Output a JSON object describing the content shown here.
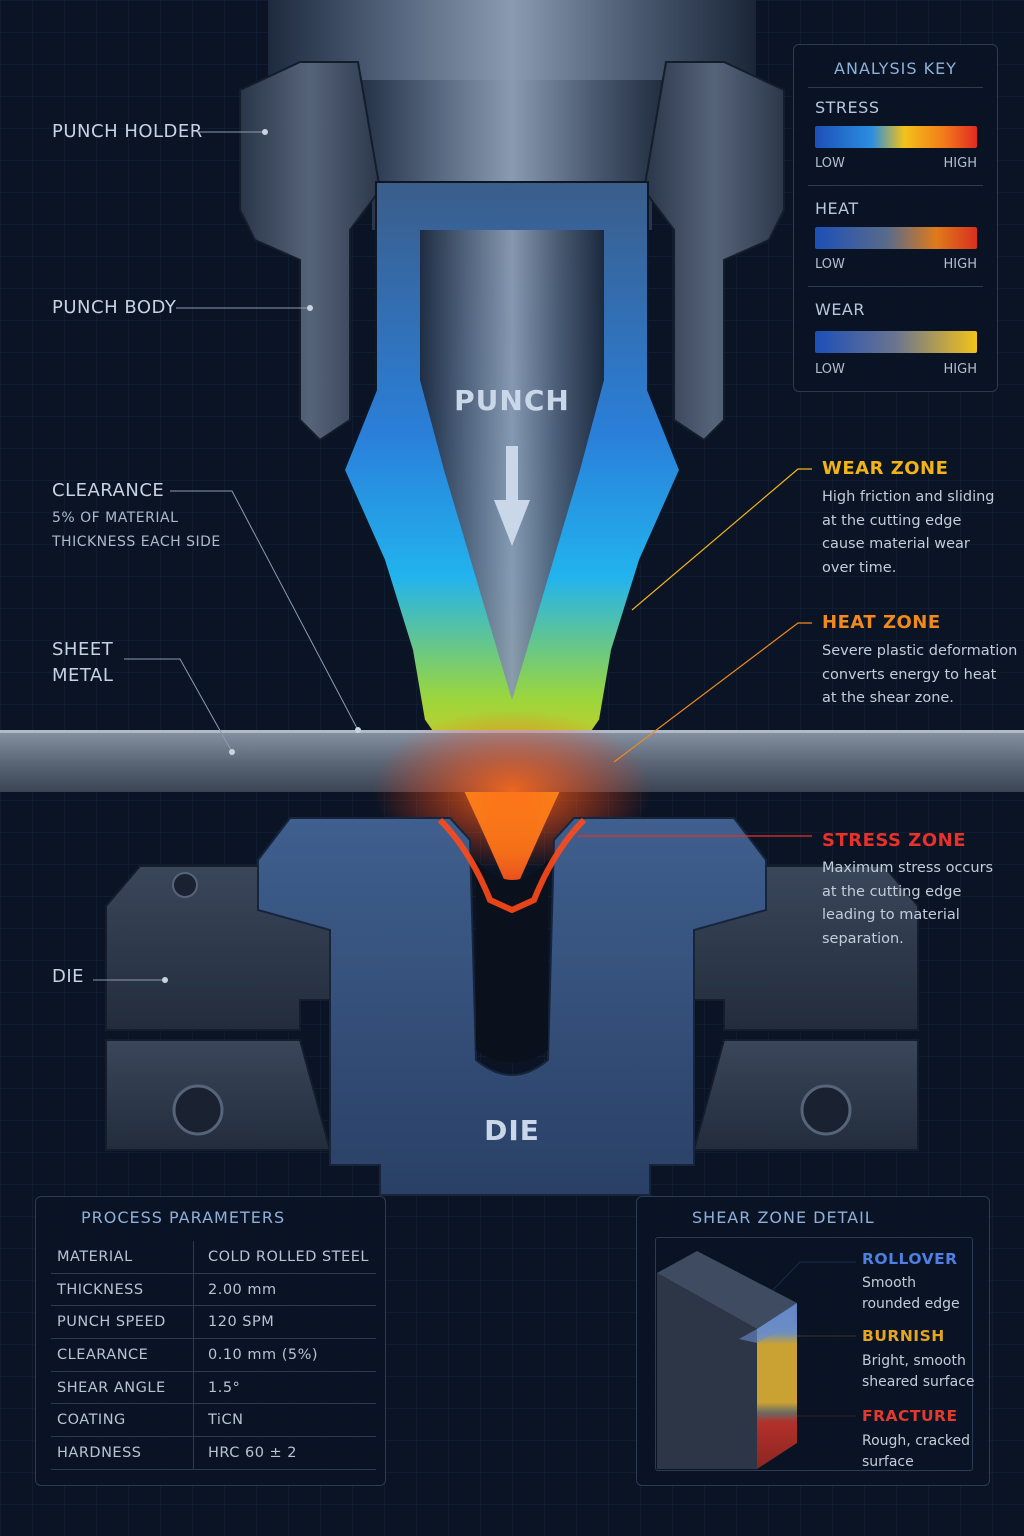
{
  "labels": {
    "punch_holder": "PUNCH HOLDER",
    "punch_body": "PUNCH BODY",
    "clearance": "CLEARANCE",
    "clearance_note_1": "5% OF MATERIAL",
    "clearance_note_2": "THICKNESS EACH SIDE",
    "sheet_metal_1": "SHEET",
    "sheet_metal_2": "METAL",
    "die": "DIE",
    "punch_center": "PUNCH",
    "die_center": "DIE"
  },
  "analysis_key": {
    "title": "ANALYSIS KEY",
    "rows": [
      {
        "name": "STRESS",
        "low": "LOW",
        "high": "HIGH"
      },
      {
        "name": "HEAT",
        "low": "LOW",
        "high": "HIGH"
      },
      {
        "name": "WEAR",
        "low": "LOW",
        "high": "HIGH"
      }
    ]
  },
  "zones": {
    "wear": {
      "title": "WEAR ZONE",
      "lines": [
        "High friction and sliding",
        "at the cutting edge",
        "cause material wear",
        "over time."
      ]
    },
    "heat": {
      "title": "HEAT ZONE",
      "lines": [
        "Severe plastic deformation",
        "converts energy to heat",
        "at the shear zone."
      ]
    },
    "stress": {
      "title": "STRESS ZONE",
      "lines": [
        "Maximum stress occurs",
        "at the cutting edge",
        "leading to material",
        "separation."
      ]
    }
  },
  "process_parameters": {
    "title": "PROCESS PARAMETERS",
    "rows": [
      {
        "key": "MATERIAL",
        "value": "COLD ROLLED STEEL"
      },
      {
        "key": "THICKNESS",
        "value": "2.00 mm"
      },
      {
        "key": "PUNCH SPEED",
        "value": "120 SPM"
      },
      {
        "key": "CLEARANCE",
        "value": "0.10 mm (5%)"
      },
      {
        "key": "SHEAR ANGLE",
        "value": "1.5°"
      },
      {
        "key": "COATING",
        "value": "TiCN"
      },
      {
        "key": "HARDNESS",
        "value": "HRC 60 ± 2"
      }
    ]
  },
  "shear_zone": {
    "title": "SHEAR ZONE DETAIL",
    "items": [
      {
        "title": "ROLLOVER",
        "lines": [
          "Smooth",
          "rounded edge"
        ]
      },
      {
        "title": "BURNISH",
        "lines": [
          "Bright, smooth",
          "sheared surface"
        ]
      },
      {
        "title": "FRACTURE",
        "lines": [
          "Rough, cracked",
          "surface"
        ]
      }
    ]
  },
  "colors": {
    "wear": "#f2b318",
    "heat": "#f08a1c",
    "stress": "#e8312a",
    "rollover": "#4f7fe0",
    "burnish": "#e6a521",
    "fracture": "#e23a2c"
  }
}
